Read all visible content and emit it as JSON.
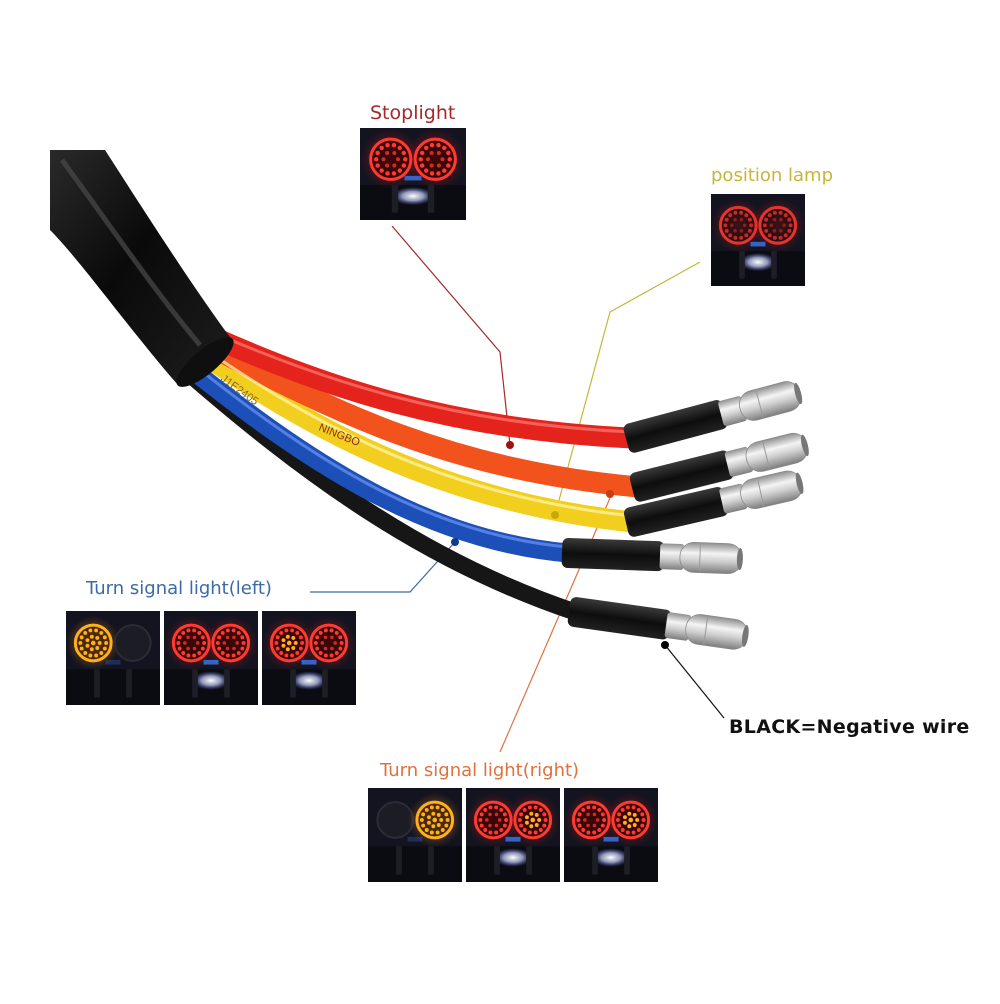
{
  "labels": {
    "stoplight": "Stoplight",
    "position_lamp": "position lamp",
    "turn_left": "Turn signal light(left)",
    "turn_right": "Turn signal light(right)",
    "black_wire": "BLACK=Negative wire"
  },
  "cable_print": {
    "red_wire": "NINGBO",
    "yellow_wire": "J1E2405"
  },
  "colors": {
    "stoplight": "#a5282a",
    "position_lamp": "#c9b43a",
    "turn_left": "#3a6aa8",
    "turn_right": "#e0713c",
    "black_wire": "#111111",
    "wire_red": "#e3231c",
    "wire_orange": "#f2521c",
    "wire_yellow": "#f2cf1e",
    "wire_blue": "#1d4fb8",
    "wire_black": "#161616",
    "led_red": "#ff3b30",
    "led_amber": "#ffb020",
    "lamp_background": "#141420"
  },
  "thumbnails": {
    "stoplight": [
      {
        "left": "red",
        "right": "red",
        "plate": true
      }
    ],
    "position_lamp": [
      {
        "left": "dimred",
        "right": "dimred",
        "plate": true
      }
    ],
    "turn_left": [
      {
        "left": "amber",
        "right": "off",
        "plate": false
      },
      {
        "left": "red",
        "right": "red",
        "plate": true
      },
      {
        "left": "redamber",
        "right": "red",
        "plate": true
      }
    ],
    "turn_right": [
      {
        "left": "off",
        "right": "amber",
        "plate": false
      },
      {
        "left": "red",
        "right": "redamber",
        "plate": true
      },
      {
        "left": "red",
        "right": "redamber",
        "plate": true
      }
    ]
  }
}
